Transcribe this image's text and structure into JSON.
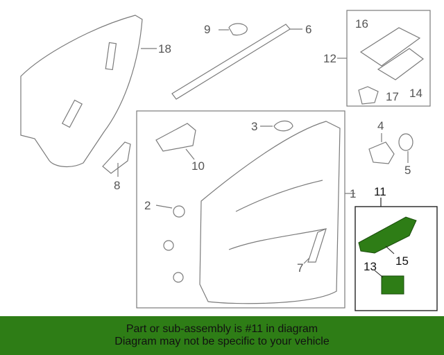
{
  "diagram": {
    "callouts": [
      {
        "id": "1",
        "label": "1"
      },
      {
        "id": "2",
        "label": "2"
      },
      {
        "id": "3",
        "label": "3"
      },
      {
        "id": "4",
        "label": "4"
      },
      {
        "id": "5",
        "label": "5"
      },
      {
        "id": "6",
        "label": "6"
      },
      {
        "id": "7",
        "label": "7"
      },
      {
        "id": "8",
        "label": "8"
      },
      {
        "id": "9",
        "label": "9"
      },
      {
        "id": "10",
        "label": "10"
      },
      {
        "id": "11",
        "label": "11"
      },
      {
        "id": "12",
        "label": "12"
      },
      {
        "id": "13",
        "label": "13"
      },
      {
        "id": "14",
        "label": "14"
      },
      {
        "id": "15",
        "label": "15"
      },
      {
        "id": "16",
        "label": "16"
      },
      {
        "id": "17",
        "label": "17"
      },
      {
        "id": "18",
        "label": "18"
      }
    ],
    "highlight_color": "#2e7d16"
  },
  "banner": {
    "line1": "Part or sub-assembly is #11 in diagram",
    "line2": "Diagram may not be specific to your vehicle",
    "background": "#2e7d16"
  }
}
